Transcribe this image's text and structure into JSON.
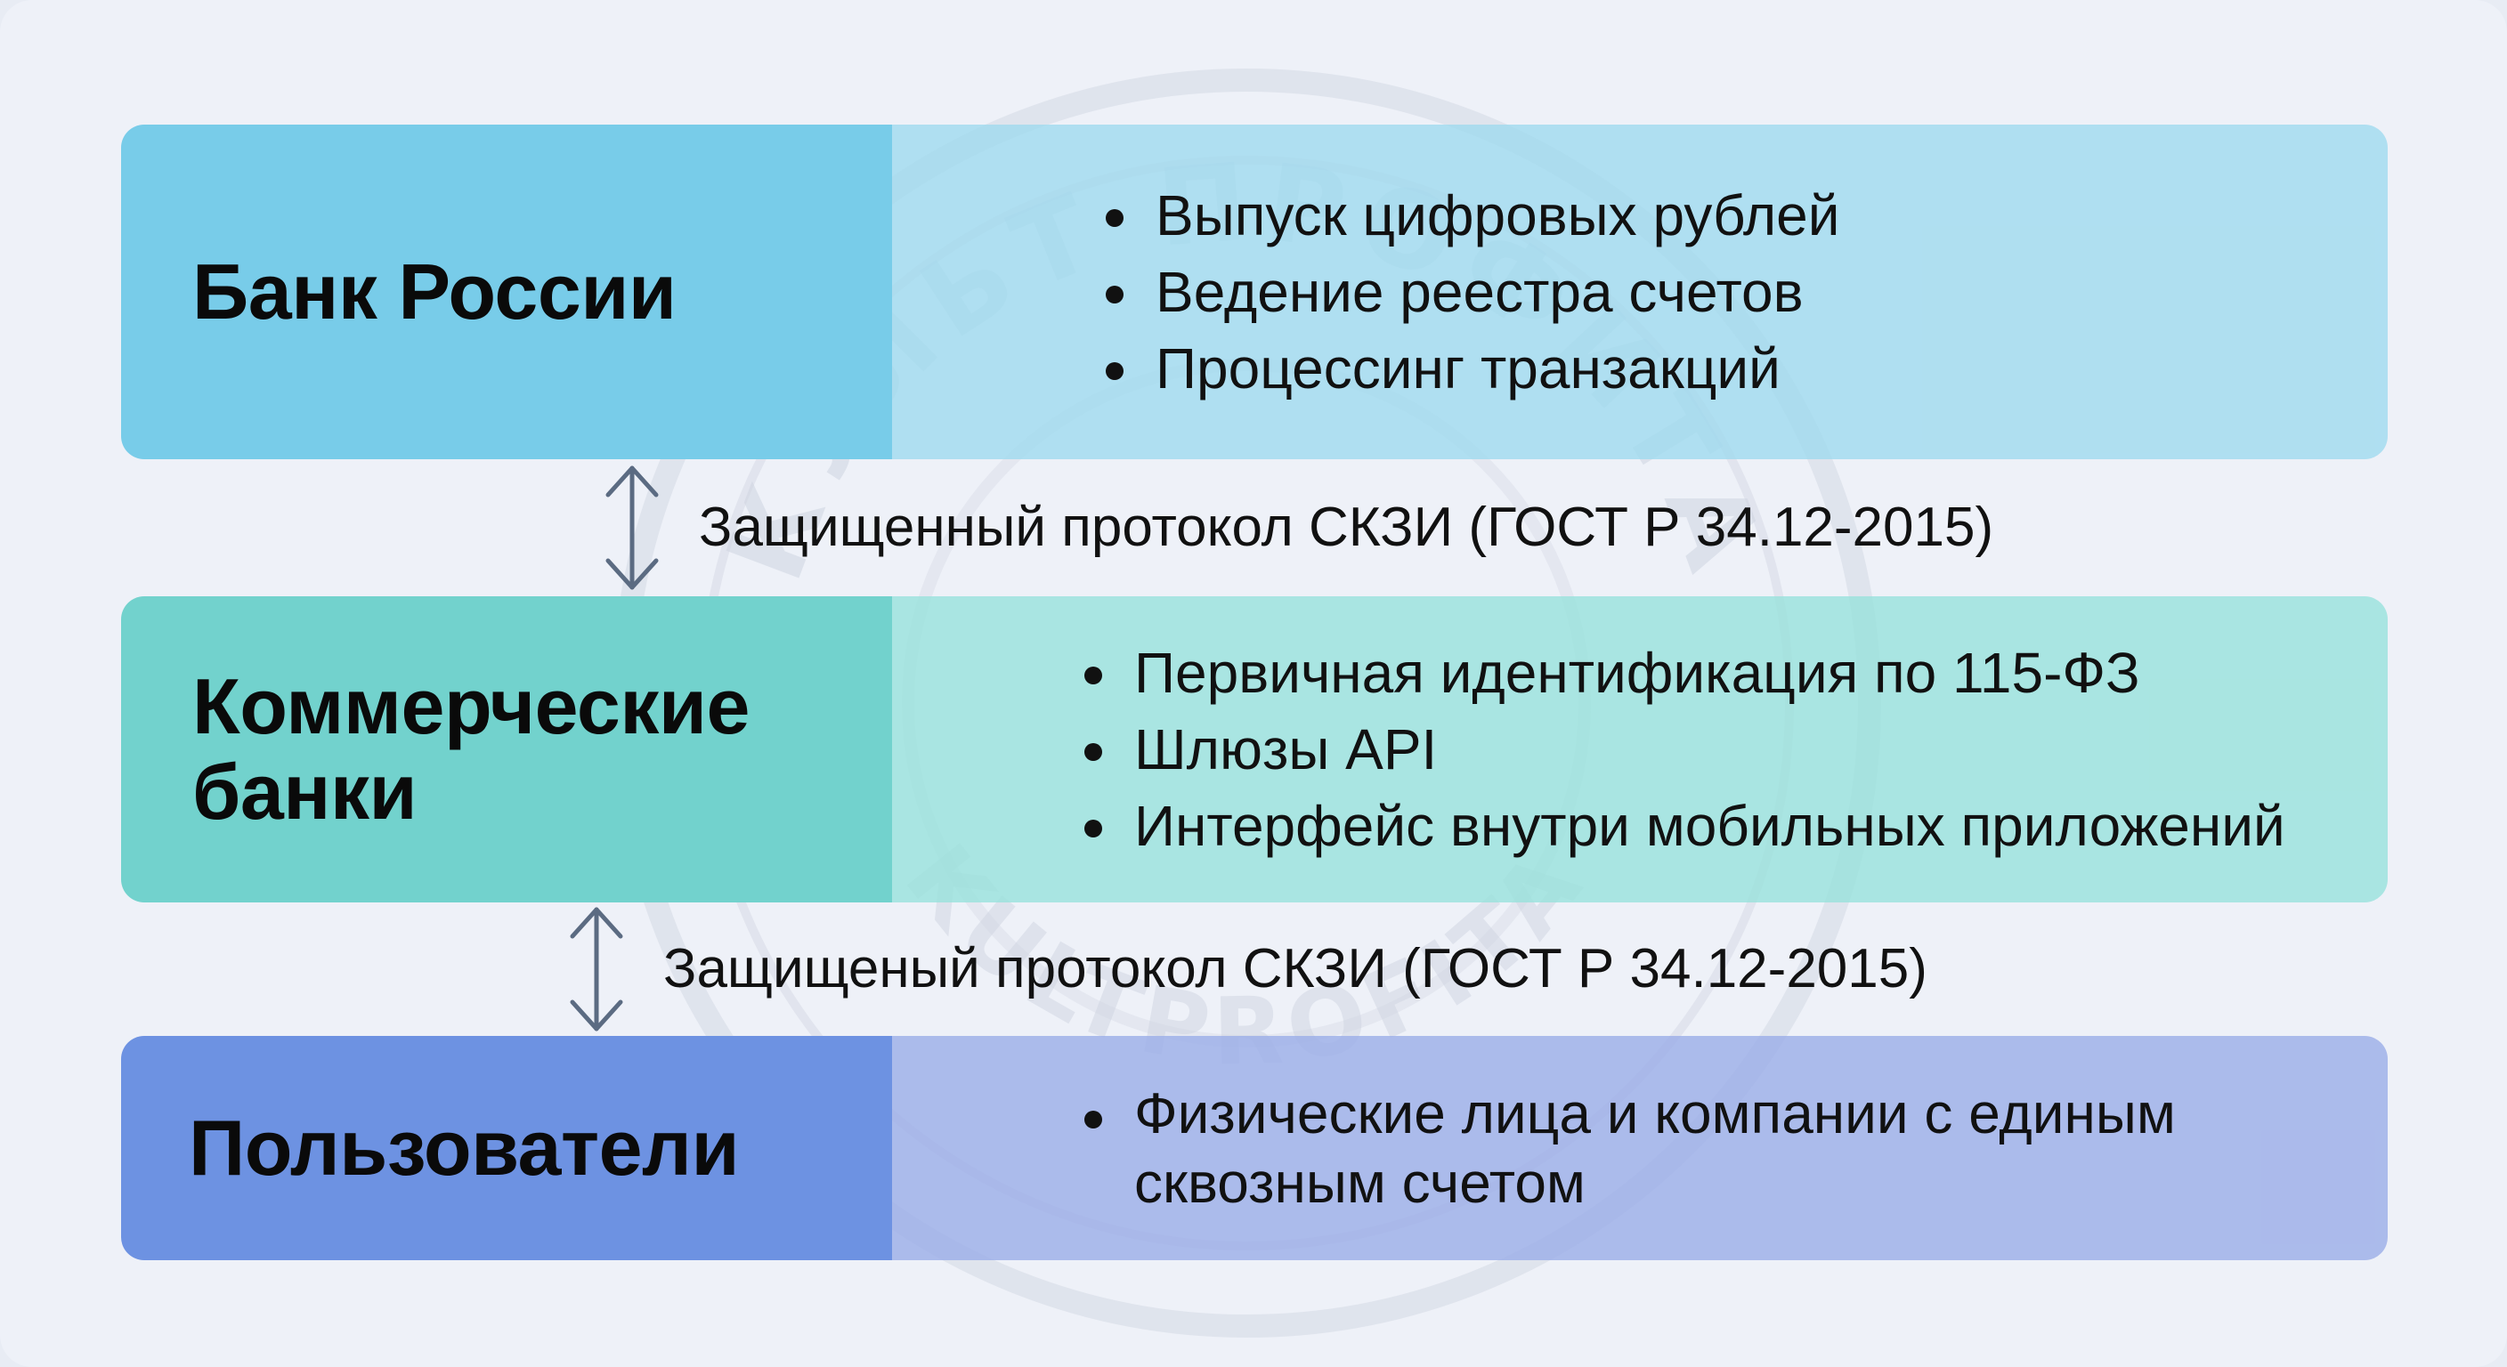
{
  "watermark": {
    "top_text": "КУЛЬТ ПРОФИТА",
    "bottom_text": "KULTPROFITA",
    "color": "#c9cfdc"
  },
  "tiers": [
    {
      "title": "Банк России",
      "items": [
        "Выпуск цифровых рублей",
        "Ведение реестра счетов",
        "Процессинг транзакций"
      ],
      "colors": {
        "title_bg": "#78cce9",
        "items_bg": "#9ddaee"
      }
    },
    {
      "title": "Коммерческие банки",
      "items": [
        "Первичная идентификация по 115-ФЗ",
        "Шлюзы API",
        "Интерфейс внутри мобильных приложений"
      ],
      "colors": {
        "title_bg": "#72d2cd",
        "items_bg": "#96e1db"
      }
    },
    {
      "title": "Пользователи",
      "items": [
        "Физические лица и компании с единым сквозным счетом"
      ],
      "colors": {
        "title_bg": "#6d92e2",
        "items_bg": "#9caee8"
      }
    }
  ],
  "connectors": [
    {
      "label": "Защищенный протокол СКЗИ (ГОСТ Р 34.12-2015)",
      "icon": "double-arrow-vertical-icon"
    },
    {
      "label": "Защищеный протокол СКЗИ (ГОСТ Р 34.12-2015)",
      "icon": "double-arrow-vertical-icon"
    }
  ],
  "colors": {
    "background": "#eef1f8",
    "arrow": "#5b6b82",
    "text": "#111111"
  }
}
